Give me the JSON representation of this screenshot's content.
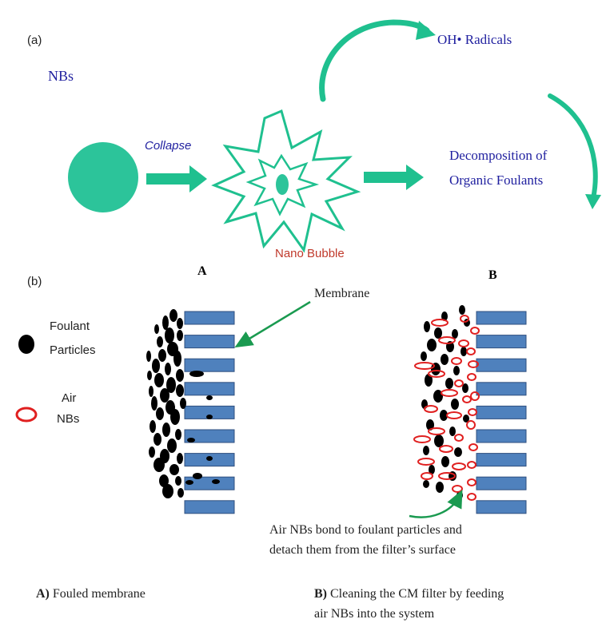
{
  "colors": {
    "teal": "#1FC08F",
    "teal_fill": "#2CC49A",
    "blue_text": "#1F1F9F",
    "red_text": "#C0392B",
    "membrane_blue": "#4F81BD",
    "membrane_edge": "#2F4F7F",
    "nb_red": "#E02020",
    "black": "#000000",
    "arrow_green": "#1A9A50"
  },
  "panel_a": {
    "label": "(a)",
    "nbs_label": "NBs",
    "collapse_label": "Collapse",
    "nano_bubble_label": "Nano Bubble",
    "oh_radicals_label": "OH• Radicals",
    "decomp_line1": "Decomposition of",
    "decomp_line2": "Organic Foulants"
  },
  "panel_b": {
    "label": "(b)",
    "header_a": "A",
    "header_b": "B",
    "membrane_label": "Membrane",
    "legend_foulant_line1": "Foulant",
    "legend_foulant_line2": "Particles",
    "legend_air_line1": "Air",
    "legend_air_line2": "NBs",
    "annotation_line1": "Air NBs bond to foulant particles and",
    "annotation_line2": "detach them from the filter’s surface",
    "caption_a_bold": "A)",
    "caption_a_text": " Fouled membrane",
    "caption_b_bold": "B)",
    "caption_b_text1": " Cleaning the CM filter by feeding",
    "caption_b_text2": "air NBs into the system"
  }
}
